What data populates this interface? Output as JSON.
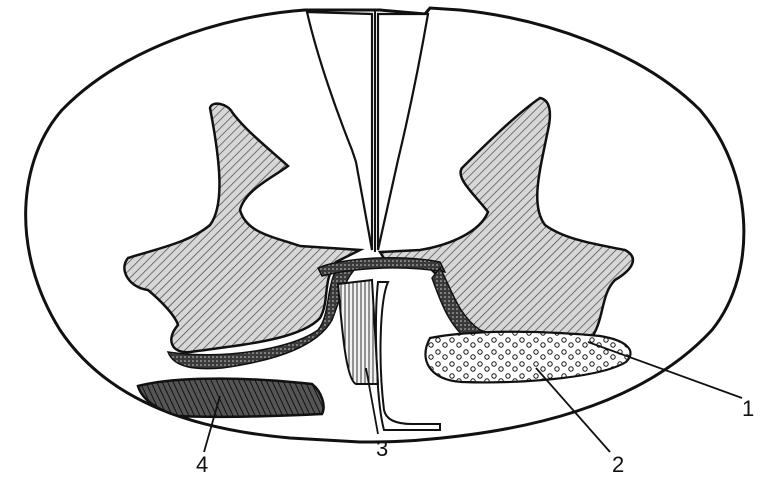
{
  "diagram": {
    "callouts": [
      {
        "id": "1",
        "label": "1"
      },
      {
        "id": "2",
        "label": "2"
      },
      {
        "id": "3",
        "label": "3"
      },
      {
        "id": "4",
        "label": "4"
      }
    ]
  },
  "colors": {
    "ink": "#111111",
    "paper": "#ffffff",
    "hatch": "#222222",
    "dotted_lesion": "#111111"
  }
}
